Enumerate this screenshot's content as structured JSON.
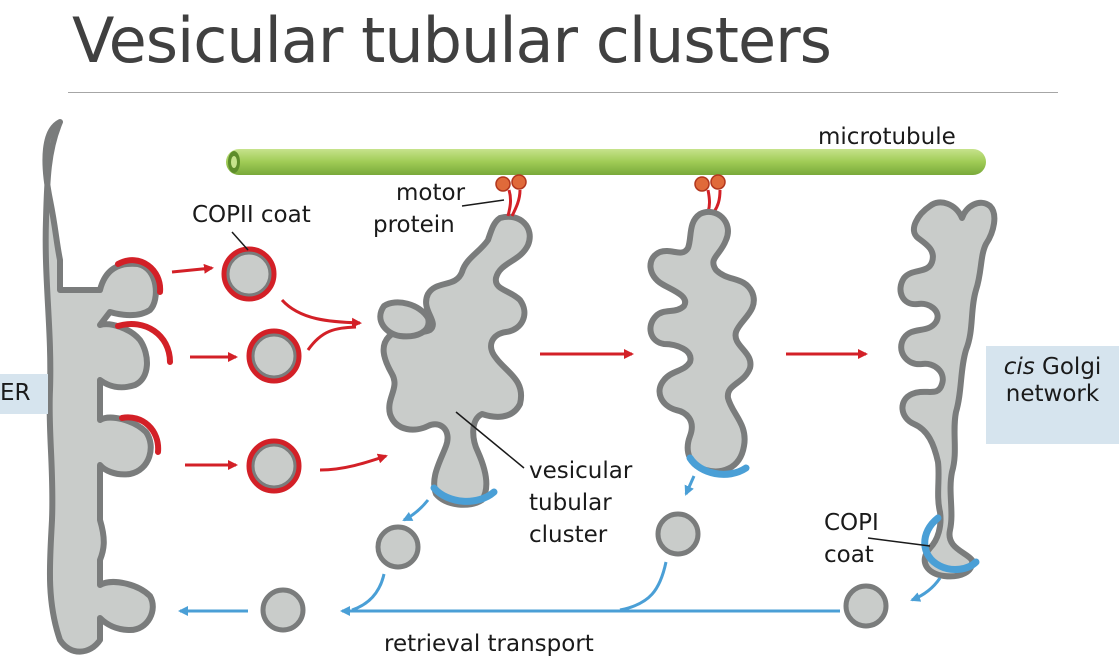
{
  "slide": {
    "title": "Vesicular tubular clusters"
  },
  "labels": {
    "er": "ER",
    "microtubule": "microtubule",
    "motor_line1": "motor",
    "motor_line2": "protein",
    "copii_coat": "COPII coat",
    "vtc_line1": "vesicular",
    "vtc_line2": "tubular",
    "vtc_line3": "cluster",
    "golgi_italic": "cis",
    "golgi_rest": " Golgi",
    "golgi_line2": "network",
    "copi_line1": "COPI",
    "copi_line2": "coat",
    "retrieval": "retrieval transport"
  },
  "colors": {
    "membrane_fill": "#c9ccca",
    "membrane_stroke": "#7a7c7c",
    "copii": "#d32027",
    "copi": "#4a9fd6",
    "microtubule": "#a3cf5d",
    "anterograde_arrow": "#d32027",
    "retrograde_arrow": "#4a9fd6",
    "label_box": "#d6e4ee"
  }
}
